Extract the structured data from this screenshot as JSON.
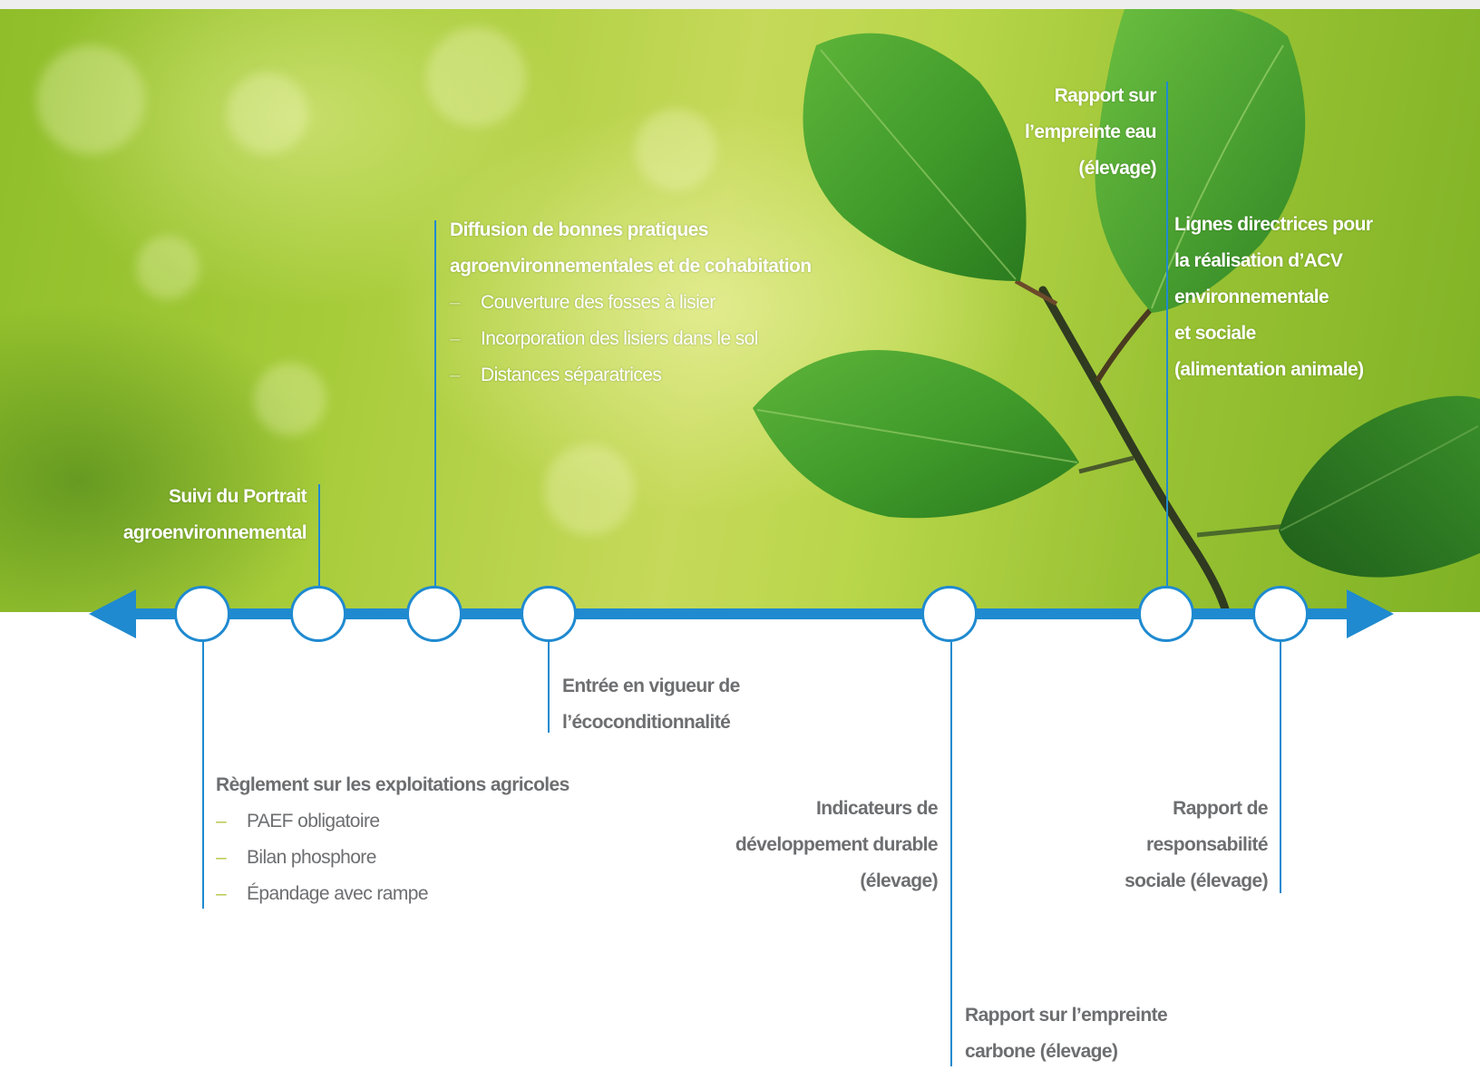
{
  "events": [
    {
      "id": "suivi-portrait",
      "lines": [
        "Suivi du Portrait",
        "agroenvironnemental"
      ]
    },
    {
      "id": "diffusion",
      "lines": [
        "Diffusion de bonnes pratiques",
        "agroenvironnementales et de cohabitation"
      ],
      "items": [
        "Couverture des fosses à lisier",
        "Incorporation des lisiers dans le sol",
        "Distances séparatrices"
      ]
    },
    {
      "id": "empreinte-eau",
      "lines": [
        "Rapport sur",
        "l’empreinte eau",
        "(élevage)"
      ]
    },
    {
      "id": "lignes-directrices",
      "lines": [
        "Lignes directrices pour",
        "la réalisation d’ACV",
        "environnementale",
        "et sociale",
        "(alimentation animale)"
      ]
    },
    {
      "id": "reglement",
      "lines": [
        "Règlement sur les exploitations agricoles"
      ],
      "items": [
        "PAEF obligatoire",
        "Bilan phosphore",
        "Épandage avec rampe"
      ]
    },
    {
      "id": "ecoconditionnalite",
      "lines": [
        "Entrée en vigueur de",
        "l’écoconditionnalité"
      ]
    },
    {
      "id": "indicateurs",
      "lines": [
        "Indicateurs de",
        "développement durable",
        "(élevage)"
      ]
    },
    {
      "id": "empreinte-carbone",
      "lines": [
        "Rapport  sur  l’empreinte",
        "carbone (élevage)"
      ]
    },
    {
      "id": "responsabilite-sociale",
      "lines": [
        "Rapport de",
        "responsabilité",
        "sociale (élevage)"
      ]
    }
  ],
  "bullet_symbol": "–",
  "colors": {
    "timeline_blue": "#1f8ad0",
    "label_gray": "#6d6e70",
    "label_white": "#ffffff",
    "bullet_dash": "#b7c64a",
    "banner_green": "#a7cc3a"
  }
}
